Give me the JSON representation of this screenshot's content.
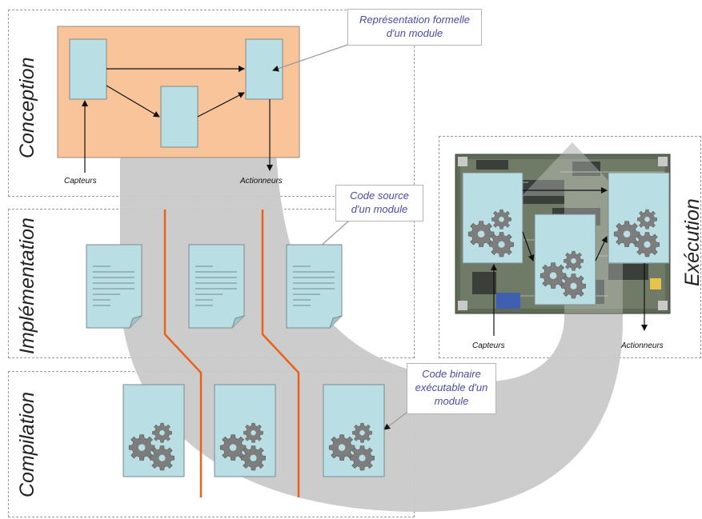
{
  "phases": {
    "conception": "Conception",
    "implementation": "Implémentation",
    "compilation": "Compilation",
    "execution": "Exécution"
  },
  "callouts": {
    "formal_representation": "Représentation formelle d'un module",
    "source_code": "Code source d'un module",
    "binary_code": "Code binaire exécutable d'un module"
  },
  "io_labels": {
    "sensors": "Capteurs",
    "actuators": "Actionneurs"
  },
  "colors": {
    "module_fill": "#b9dfe5",
    "model_background": "#f9c49a",
    "flow_arrow": "#c8c8c8",
    "separator_line": "#e8621d",
    "callout_text": "#4a4aa8",
    "gear": "#7a7a7a",
    "circuit_board": "#5e6a55"
  },
  "icons": [
    "gear-icon",
    "document-icon",
    "circuit-board-image"
  ]
}
